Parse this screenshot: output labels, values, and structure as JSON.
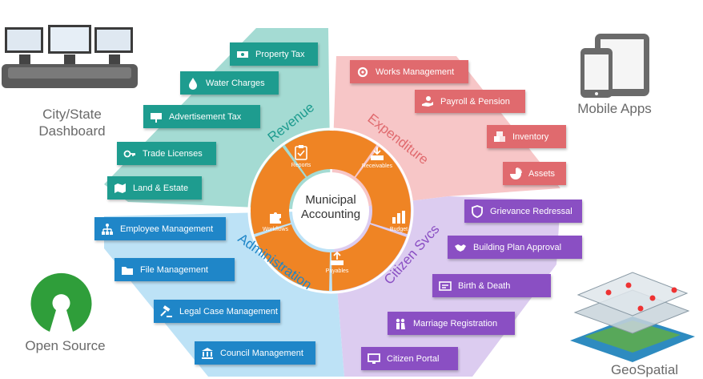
{
  "hub": {
    "line1": "Municipal",
    "line2": "Accounting"
  },
  "segments": {
    "reports": "Reports",
    "receivables": "Receivables",
    "budget": "Budget",
    "payables": "Payables",
    "workflows": "Workflows"
  },
  "sections": {
    "revenue": "Revenue",
    "expenditure": "Expenditure",
    "administration": "Administration",
    "citizen_svcs": "Citizen Svcs"
  },
  "revenue_items": [
    {
      "label": "Property Tax",
      "icon": "money-stack-icon"
    },
    {
      "label": "Water Charges",
      "icon": "water-drop-icon"
    },
    {
      "label": "Advertisement Tax",
      "icon": "billboard-icon"
    },
    {
      "label": "Trade Licenses",
      "icon": "key-icon"
    },
    {
      "label": "Land & Estate",
      "icon": "land-map-icon"
    }
  ],
  "expenditure_items": [
    {
      "label": "Works Management",
      "icon": "cog-icon"
    },
    {
      "label": "Payroll & Pension",
      "icon": "hand-money-icon"
    },
    {
      "label": "Inventory",
      "icon": "boxes-icon"
    },
    {
      "label": "Assets",
      "icon": "pie-chart-icon"
    }
  ],
  "citizen_items": [
    {
      "label": "Grievance Redressal",
      "icon": "shield-icon"
    },
    {
      "label": "Building Plan Approval",
      "icon": "handshake-icon"
    },
    {
      "label": "Birth & Death",
      "icon": "certificate-icon"
    },
    {
      "label": "Marriage Registration",
      "icon": "couple-icon"
    },
    {
      "label": "Citizen Portal",
      "icon": "monitor-icon"
    }
  ],
  "admin_items": [
    {
      "label": "Employee Management",
      "icon": "org-chart-icon"
    },
    {
      "label": "File Management",
      "icon": "folder-icon"
    },
    {
      "label": "Legal Case Management",
      "icon": "gavel-icon"
    },
    {
      "label": "Council Management",
      "icon": "building-icon"
    }
  ],
  "corners": {
    "dashboard_line1": "City/State",
    "dashboard_line2": "Dashboard",
    "mobile": "Mobile Apps",
    "open_source": "Open Source",
    "geospatial": "GeoSpatial"
  },
  "colors": {
    "hub_orange": "#ef8424",
    "revenue": "#1e9c8f",
    "revenue_bg": "#9fd9d0",
    "expenditure": "#e06a6e",
    "expenditure_bg": "#f6c2c3",
    "citizen": "#8a4fc3",
    "citizen_bg": "#d7c6ee",
    "admin": "#1f86c8",
    "admin_bg": "#b3dcf3"
  }
}
